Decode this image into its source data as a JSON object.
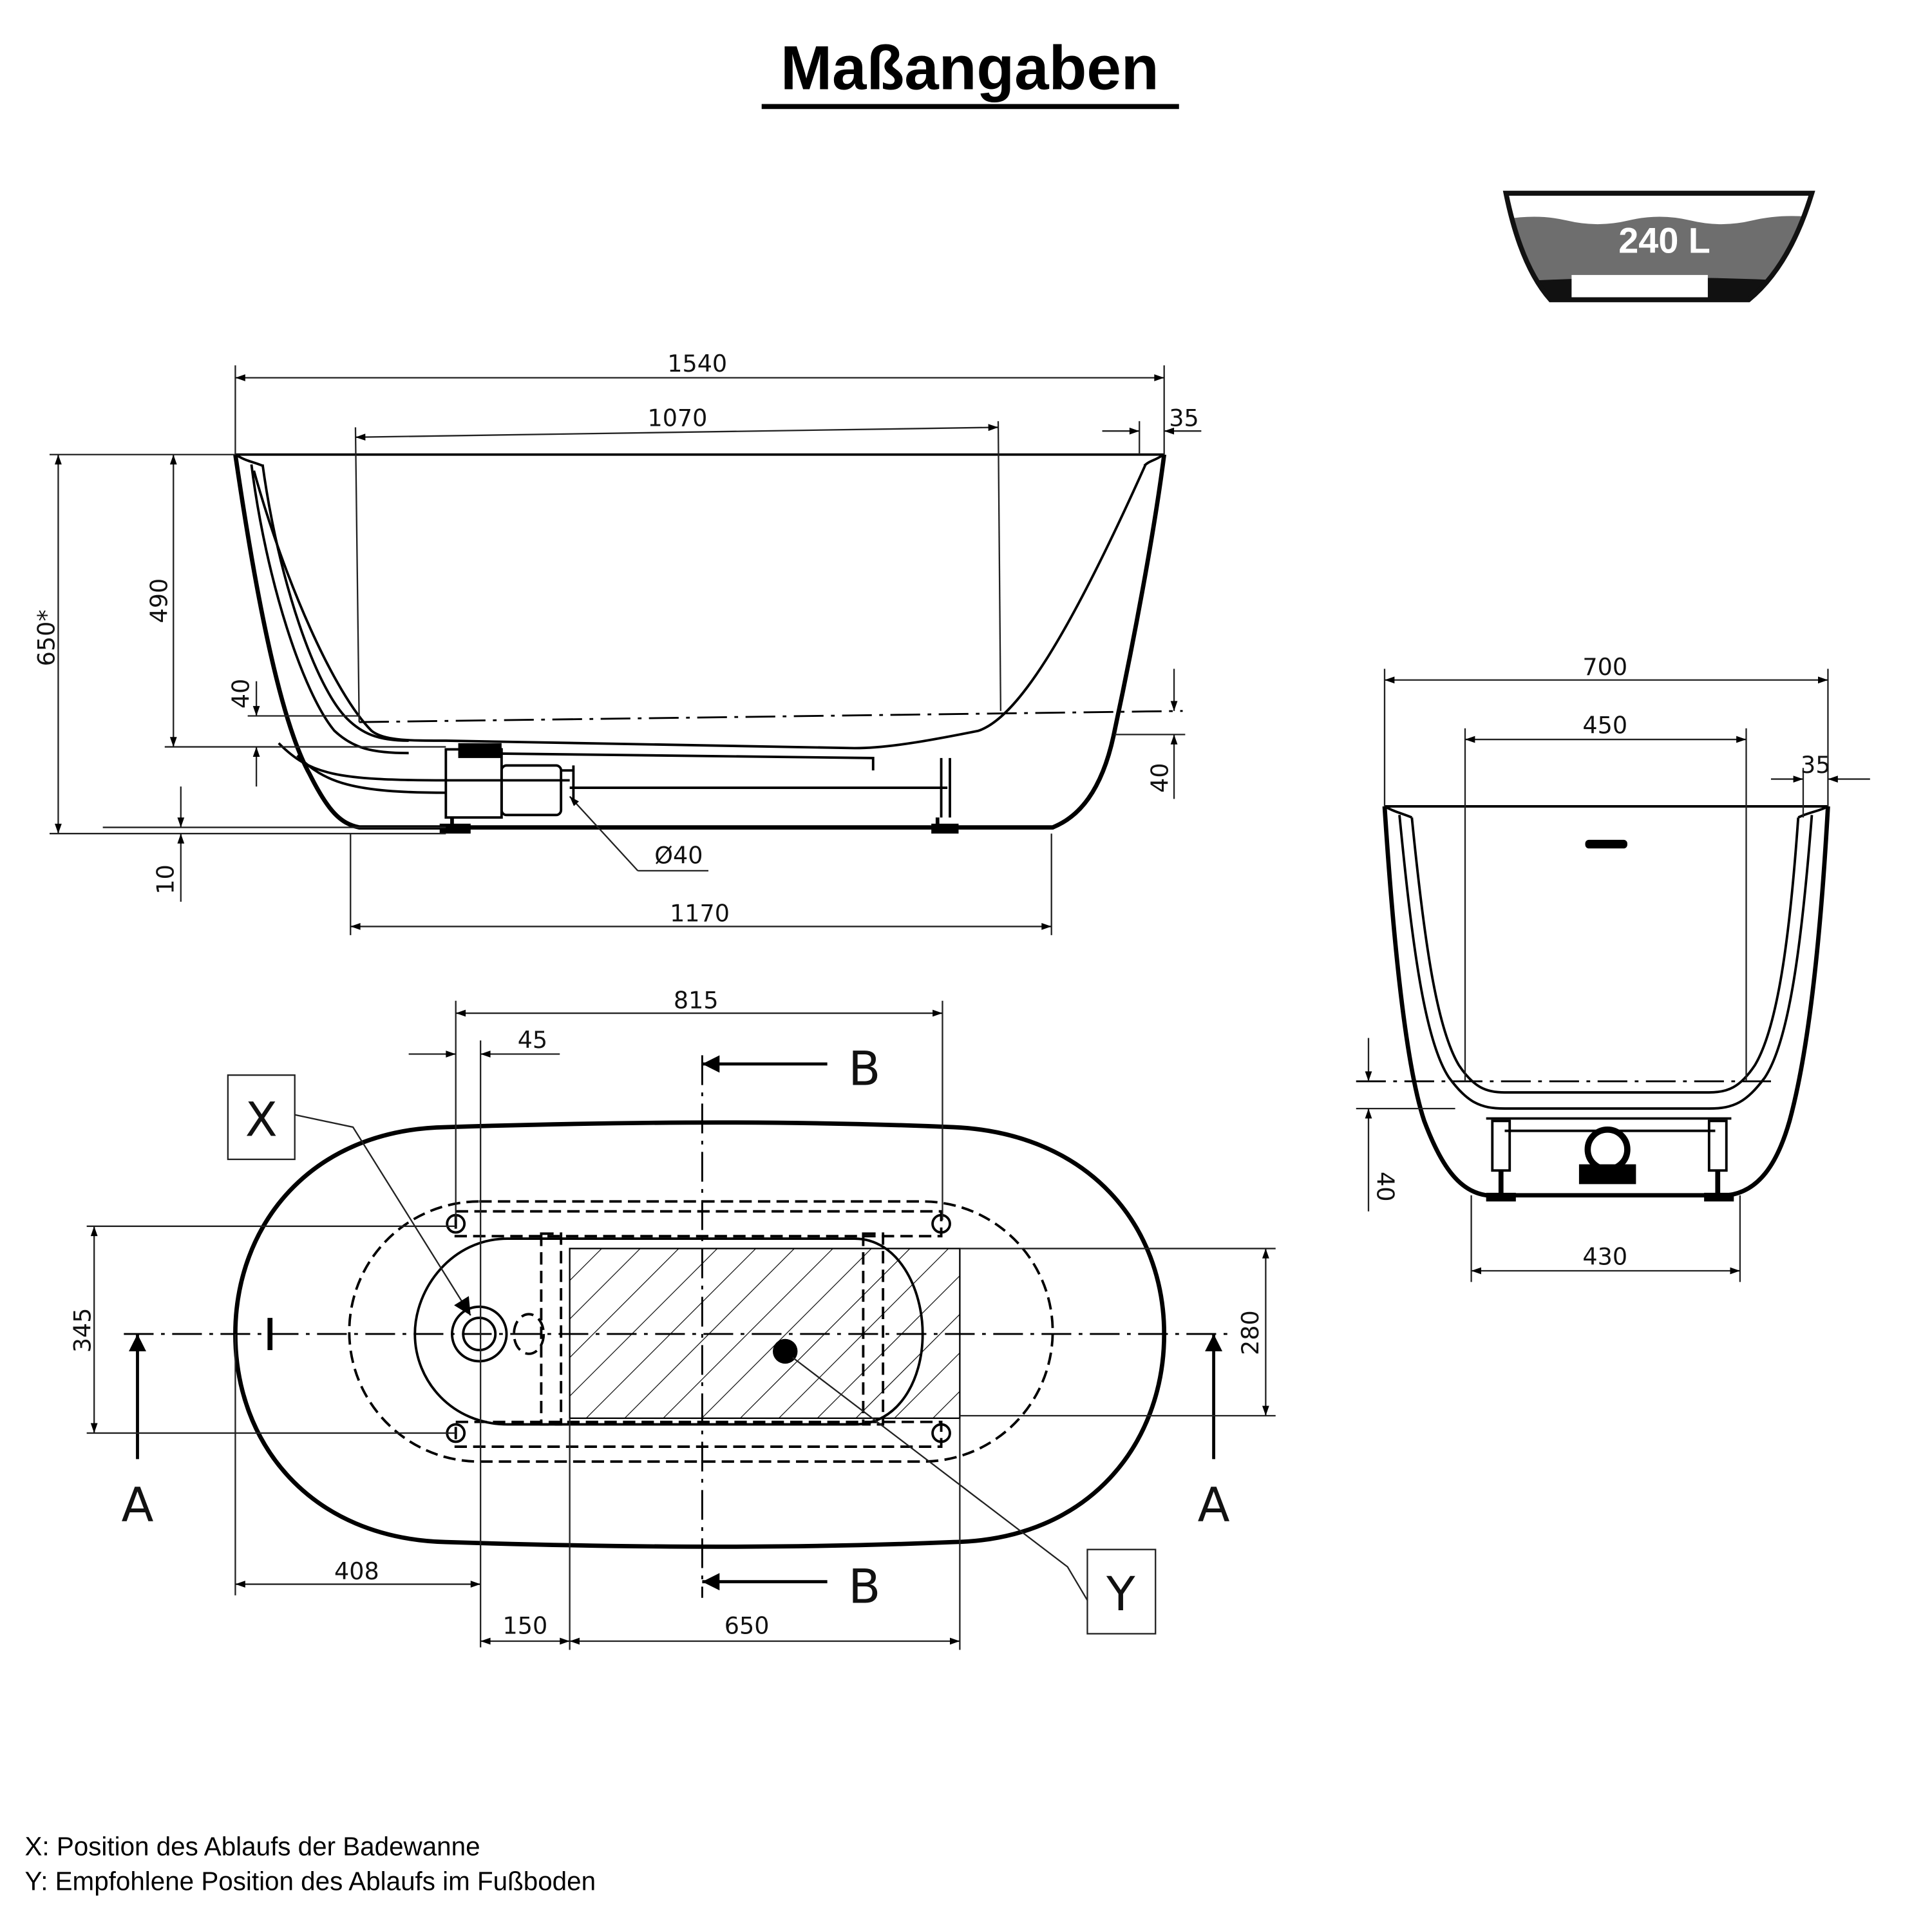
{
  "title": "Maßangaben",
  "capacity": {
    "label": "240 L",
    "water_color": "#6e6e6e"
  },
  "side_view": {
    "dims": {
      "overall_length": "1540",
      "inner_length": "1070",
      "rim": "35",
      "height": "650*",
      "depth": "490",
      "floor_left": "40",
      "floor_right": "40",
      "plinth": "10",
      "base_length": "1170",
      "drain_diameter": "Ø40"
    }
  },
  "top_view": {
    "dims": {
      "feet_spacing": "815",
      "offset": "45",
      "width_feet": "345",
      "hatch_width": "280",
      "drain_offset": "408",
      "gap": "150",
      "hatch_length": "650"
    },
    "section_labels": {
      "a_left": "A",
      "a_right": "A",
      "b_top": "B",
      "b_bottom": "B"
    },
    "markers": {
      "x": "X",
      "y": "Y"
    }
  },
  "front_view": {
    "dims": {
      "overall_width": "700",
      "inner_width": "450",
      "rim": "35",
      "floor": "40",
      "base_width": "430"
    }
  },
  "notes": [
    "X: Position des Ablaufs der Badewanne",
    "Y: Empfohlene Position des Ablaufs im Fußboden"
  ]
}
